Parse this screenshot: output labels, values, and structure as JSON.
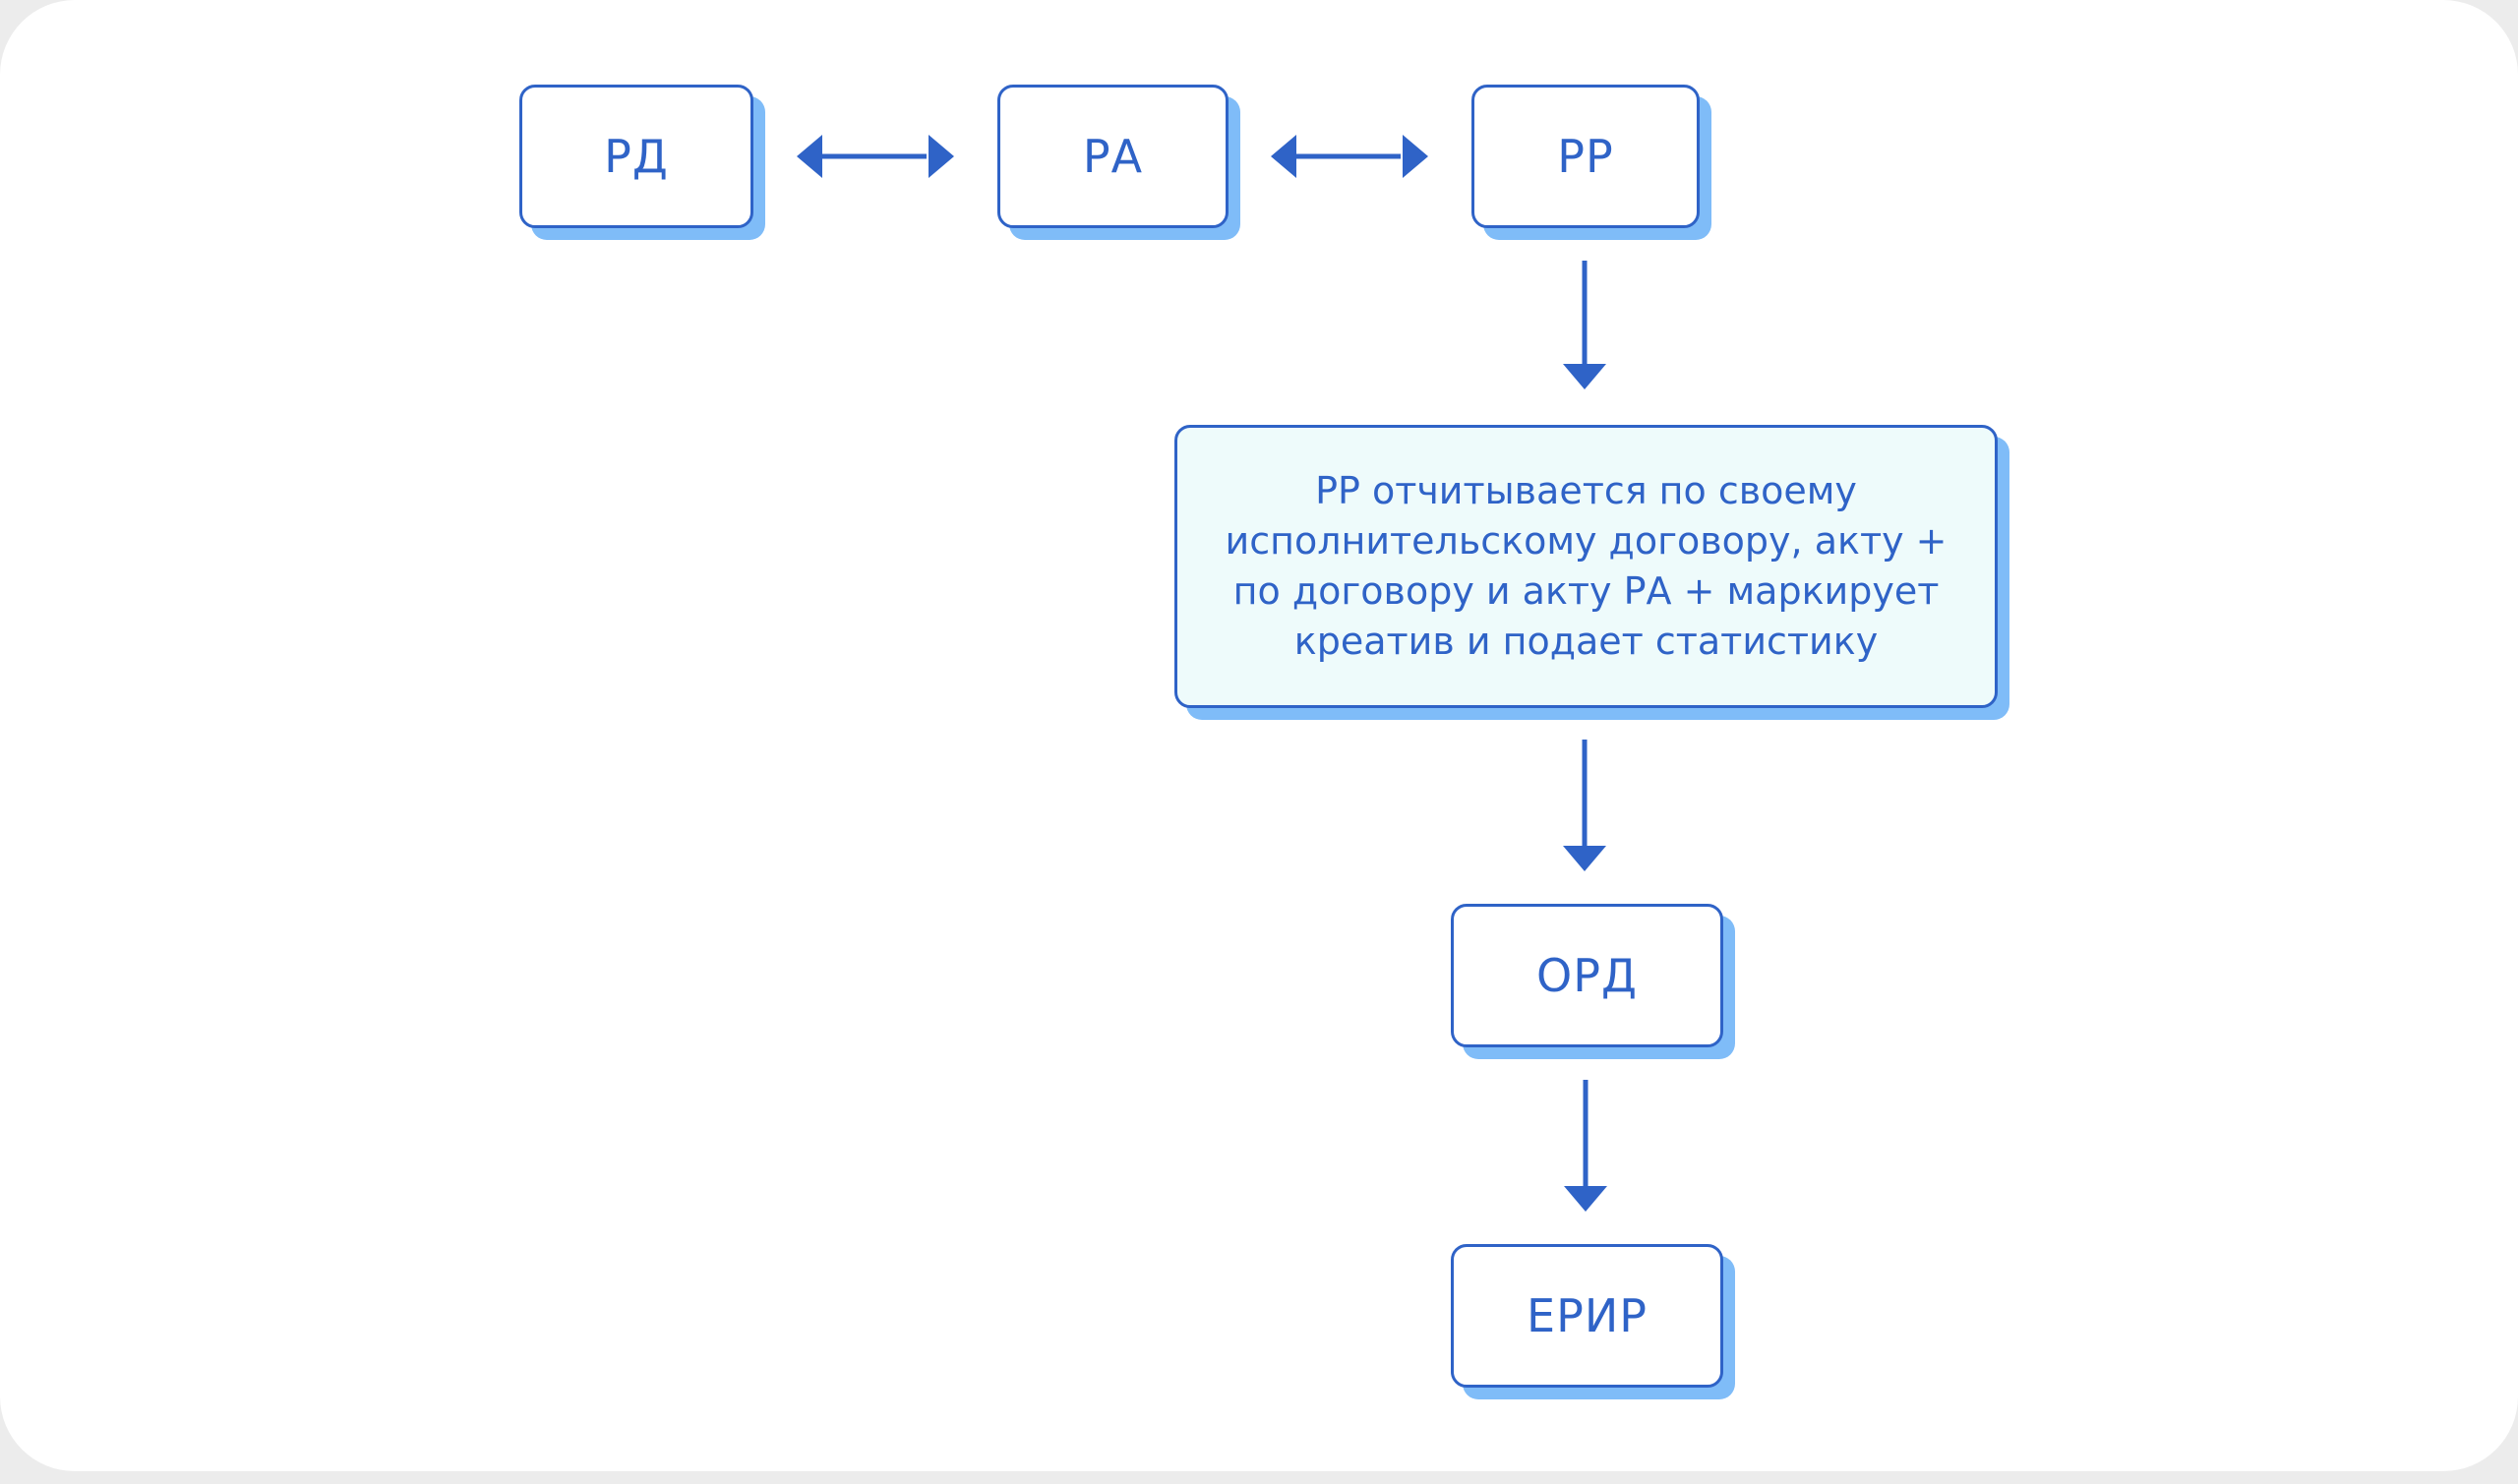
{
  "diagram": {
    "nodes": {
      "rd": "РД",
      "ra": "РА",
      "rr": "РР",
      "rr_description": "РР отчитывается по своему исполнительскому договору, акту + по договору и акту РА + маркирует креатив и подает статистику",
      "ord": "ОРД",
      "erir": "ЕРИР"
    },
    "colors": {
      "stroke": "#2f63c7",
      "shadow": "#7fbcf8",
      "description_fill": "#eefbfb",
      "background": "#ffffff"
    }
  }
}
